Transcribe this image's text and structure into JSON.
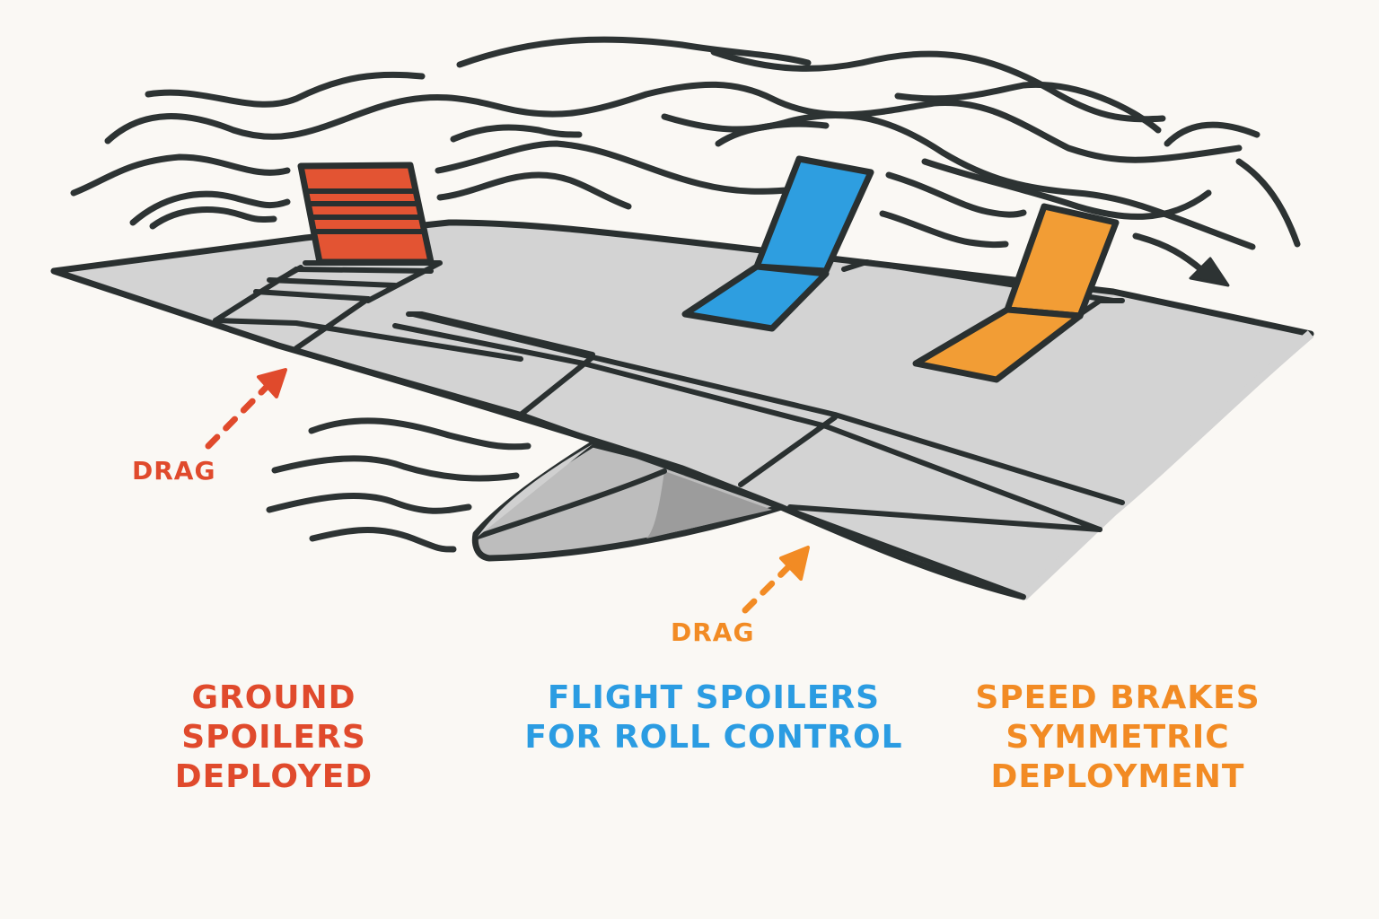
{
  "colors": {
    "background": "#faf8f4",
    "outline": "#2a3030",
    "wing": "#d3d3d3",
    "ground_spoiler": "#e35433",
    "flight_spoiler": "#2e9ee0",
    "speed_brake": "#f29d35",
    "ground_text": "#e04a2c",
    "flight_text": "#2b9ce2",
    "speed_text": "#f28b24"
  },
  "icons": {
    "airflow": "wavy-airflow-lines",
    "airflow_arrow": "curved-arrow-icon",
    "drag_arrow": "dashed-arrow-icon"
  },
  "annotations": {
    "drag_left": "DRAG",
    "drag_right": "DRAG"
  },
  "labels": {
    "ground": {
      "lines": [
        "GROUND",
        "SPOILERS",
        "DEPLOYED"
      ]
    },
    "flight": {
      "lines": [
        "FLIGHT SPOILERS",
        "FOR ROLL CONTROL"
      ]
    },
    "speed": {
      "lines": [
        "SPEED BRAKES",
        "SYMMETRIC",
        "DEPLOYMENT"
      ]
    }
  }
}
